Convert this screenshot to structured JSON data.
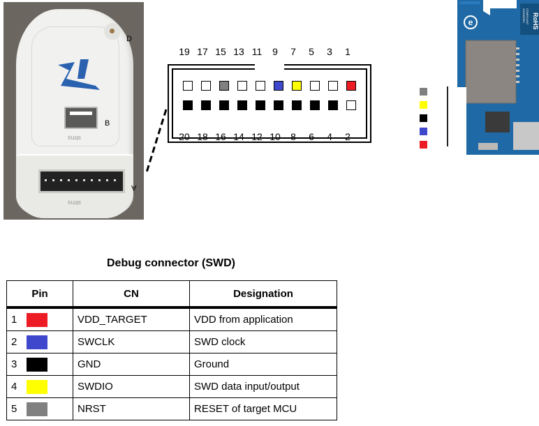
{
  "programmer_photo": {
    "labels": {
      "d": "D",
      "b": "B",
      "a": "A"
    },
    "brand_text": "stms"
  },
  "connector": {
    "top_row_numbers": [
      "19",
      "17",
      "15",
      "13",
      "11",
      "9",
      "7",
      "5",
      "3",
      "1"
    ],
    "bottom_row_numbers": [
      "20",
      "18",
      "16",
      "14",
      "12",
      "10",
      "8",
      "6",
      "4",
      "2"
    ],
    "top_row_pins": [
      {
        "pin": "19",
        "fill": "#ffffff"
      },
      {
        "pin": "17",
        "fill": "#ffffff"
      },
      {
        "pin": "15",
        "fill": "#808080"
      },
      {
        "pin": "13",
        "fill": "#ffffff"
      },
      {
        "pin": "11",
        "fill": "#ffffff"
      },
      {
        "pin": "9",
        "fill": "#3f48cc"
      },
      {
        "pin": "7",
        "fill": "#ffff00"
      },
      {
        "pin": "5",
        "fill": "#ffffff"
      },
      {
        "pin": "3",
        "fill": "#ffffff"
      },
      {
        "pin": "1",
        "fill": "#ed1c24"
      }
    ],
    "bottom_row_pins": [
      {
        "pin": "20",
        "fill": "#000000"
      },
      {
        "pin": "18",
        "fill": "#000000"
      },
      {
        "pin": "16",
        "fill": "#000000"
      },
      {
        "pin": "14",
        "fill": "#000000"
      },
      {
        "pin": "12",
        "fill": "#000000"
      },
      {
        "pin": "10",
        "fill": "#000000"
      },
      {
        "pin": "8",
        "fill": "#000000"
      },
      {
        "pin": "6",
        "fill": "#000000"
      },
      {
        "pin": "4",
        "fill": "#000000"
      },
      {
        "pin": "2",
        "fill": "#ffffff"
      }
    ]
  },
  "board_photo": {
    "rohs_text": "RoHS",
    "rohs_sub": "COMPLIANT",
    "rohs_code": "2002/95/EC",
    "header_swatches": [
      "#808080",
      "#ffff00",
      "#000000",
      "#3f48cc",
      "#ed1c24"
    ]
  },
  "table": {
    "title": "Debug connector (SWD)",
    "headers": [
      "Pin",
      "CN",
      "Designation"
    ],
    "rows": [
      {
        "pin": "1",
        "color": "#ed1c24",
        "cn": "VDD_TARGET",
        "designation": "VDD from application"
      },
      {
        "pin": "2",
        "color": "#3f48cc",
        "cn": "SWCLK",
        "designation": "SWD clock"
      },
      {
        "pin": "3",
        "color": "#000000",
        "cn": "GND",
        "designation": "Ground"
      },
      {
        "pin": "4",
        "color": "#ffff00",
        "cn": "SWDIO",
        "designation": "SWD data input/output"
      },
      {
        "pin": "5",
        "color": "#808080",
        "cn": "NRST",
        "designation": "RESET of target MCU"
      }
    ]
  }
}
